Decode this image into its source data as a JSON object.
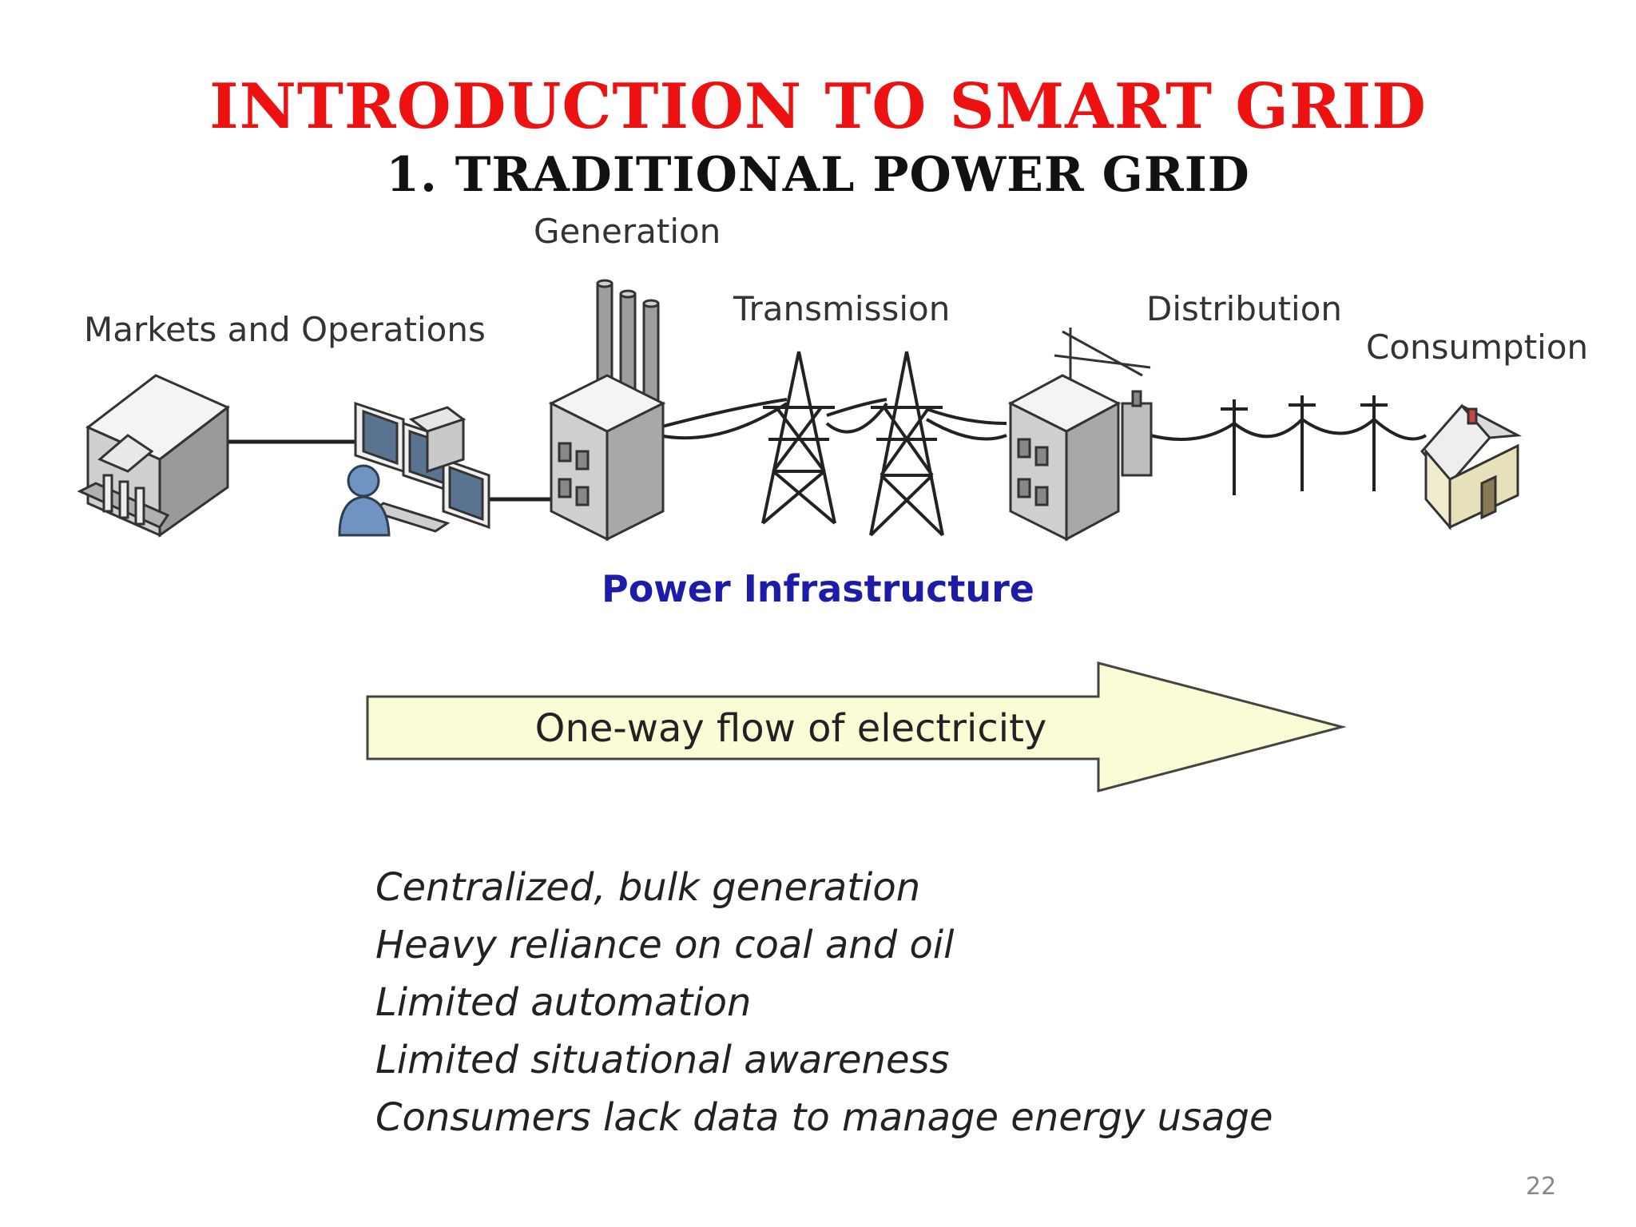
{
  "slide": {
    "title": "INTRODUCTION TO SMART GRID",
    "subtitle": "1. TRADITIONAL POWER GRID",
    "page_number": "22"
  },
  "diagram": {
    "stages": {
      "markets": "Markets and Operations",
      "generation": "Generation",
      "transmission": "Transmission",
      "distribution": "Distribution",
      "consumption": "Consumption"
    },
    "infrastructure_label": "Power Infrastructure",
    "flow_arrow_label": "One-way flow of electricity",
    "colors": {
      "arrow_fill": "#fbfbd6",
      "infrastructure_label": "#1c1ca8",
      "title": "#ee1111"
    }
  },
  "characteristics": [
    "Centralized, bulk generation",
    "Heavy reliance on coal and oil",
    "Limited automation",
    "Limited situational awareness",
    "Consumers lack data to manage energy usage"
  ]
}
